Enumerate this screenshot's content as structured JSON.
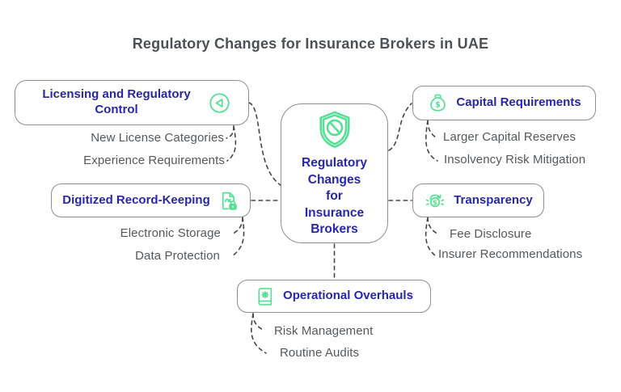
{
  "title": "Regulatory Changes for Insurance Brokers in UAE",
  "center": {
    "label": "Regulatory\nChanges\nfor\nInsurance\nBrokers",
    "icon": "shield-slash-icon"
  },
  "branches": [
    {
      "id": "licensing",
      "label": "Licensing and Regulatory Control",
      "icon": "prev-circle-icon",
      "children": [
        "New License Categories",
        "Experience Requirements"
      ]
    },
    {
      "id": "capital",
      "label": "Capital Requirements",
      "icon": "money-bag-icon",
      "children": [
        "Larger Capital Reserves",
        "Insolvency Risk Mitigation"
      ]
    },
    {
      "id": "digitized",
      "label": "Digitized Record-Keeping",
      "icon": "document-lock-icon",
      "children": [
        "Electronic Storage",
        "Data Protection"
      ]
    },
    {
      "id": "transparency",
      "label": "Transparency",
      "icon": "money-circulation-icon",
      "children": [
        "Fee Disclosure",
        "Insurer Recommendations"
      ]
    },
    {
      "id": "operational",
      "label": "Operational Overhauls",
      "icon": "book-gear-icon",
      "children": [
        "Risk Management",
        "Routine Audits"
      ]
    }
  ],
  "colors": {
    "accent_blue": "#2727ac",
    "accent_green": "#55e095",
    "box_border_gray": "#8a9097",
    "connector_gray": "#43484e",
    "subtext_gray": "#54595f",
    "title_gray": "#4c5157",
    "background": "#ffffff"
  }
}
